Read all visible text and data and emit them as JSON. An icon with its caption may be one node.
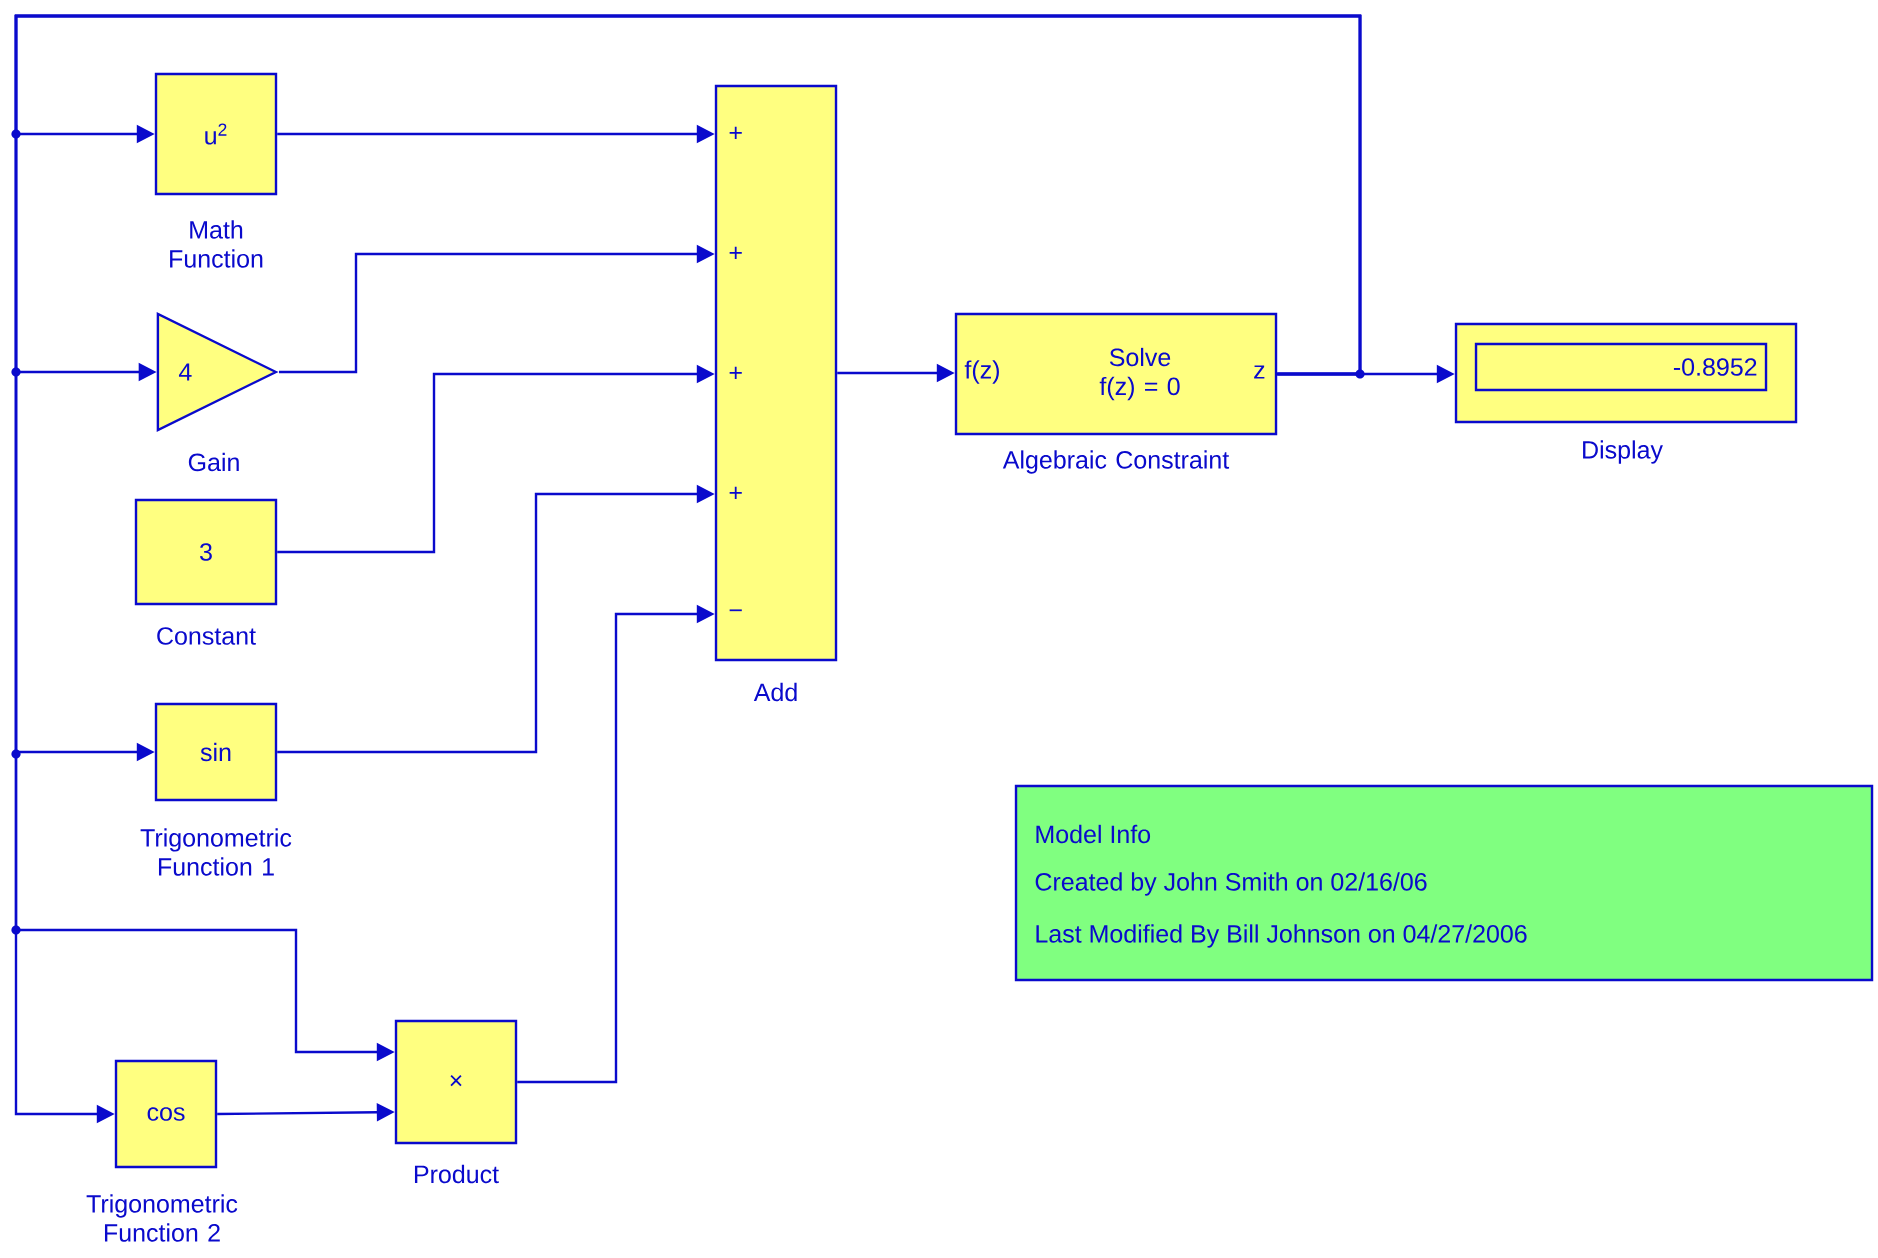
{
  "diagram": {
    "nodes": [
      {
        "text": [
          "u$^{2}$",
          "Math Function"
        ]
      },
      {
        "text": [
          "4",
          "Gain"
        ]
      },
      {
        "text": [
          "3",
          "Constant"
        ]
      },
      {
        "text": [
          "sin",
          "Trigonometric Function 1"
        ]
      },
      {
        "text": [
          "cos",
          "Trigonometric Function 2"
        ]
      },
      {
        "text": [
          "×",
          "Product"
        ]
      },
      {
        "text": [
          "+",
          "+",
          "+",
          "+",
          "−",
          "Add"
        ]
      },
      {
        "text": [
          "f(z)",
          "Solve f(z) = 0",
          "z",
          "Algebraic Constraint"
        ]
      },
      {
        "text": [
          "-0.8952",
          "Display"
        ]
      },
      {
        "text": [
          "Model Info",
          "Created by John Smith on 02/16/06",
          "Last Modified By Bill Johnson on 04/27/2006"
        ]
      }
    ],
    "edges": [
      {
        "from": 0,
        "to": 6,
        "arrow": "to"
      },
      {
        "from": 1,
        "to": 6,
        "arrow": "to"
      },
      {
        "from": 2,
        "to": 6,
        "arrow": "to"
      },
      {
        "from": 3,
        "to": 6,
        "arrow": "to"
      },
      {
        "from": 5,
        "to": 6,
        "arrow": "to"
      },
      {
        "from": 6,
        "to": 7,
        "arrow": "to"
      },
      {
        "from": 7,
        "to": 8,
        "arrow": "to"
      },
      {
        "from": 4,
        "to": 5,
        "arrow": "to"
      },
      {
        "from": 7,
        "to": 0,
        "arrow": "to"
      },
      {
        "from": 7,
        "to": 1,
        "arrow": "to"
      },
      {
        "from": 7,
        "to": 3,
        "arrow": "to"
      },
      {
        "from": 7,
        "to": 5,
        "arrow": "to"
      },
      {
        "from": 7,
        "to": 4,
        "arrow": "to"
      }
    ]
  }
}
